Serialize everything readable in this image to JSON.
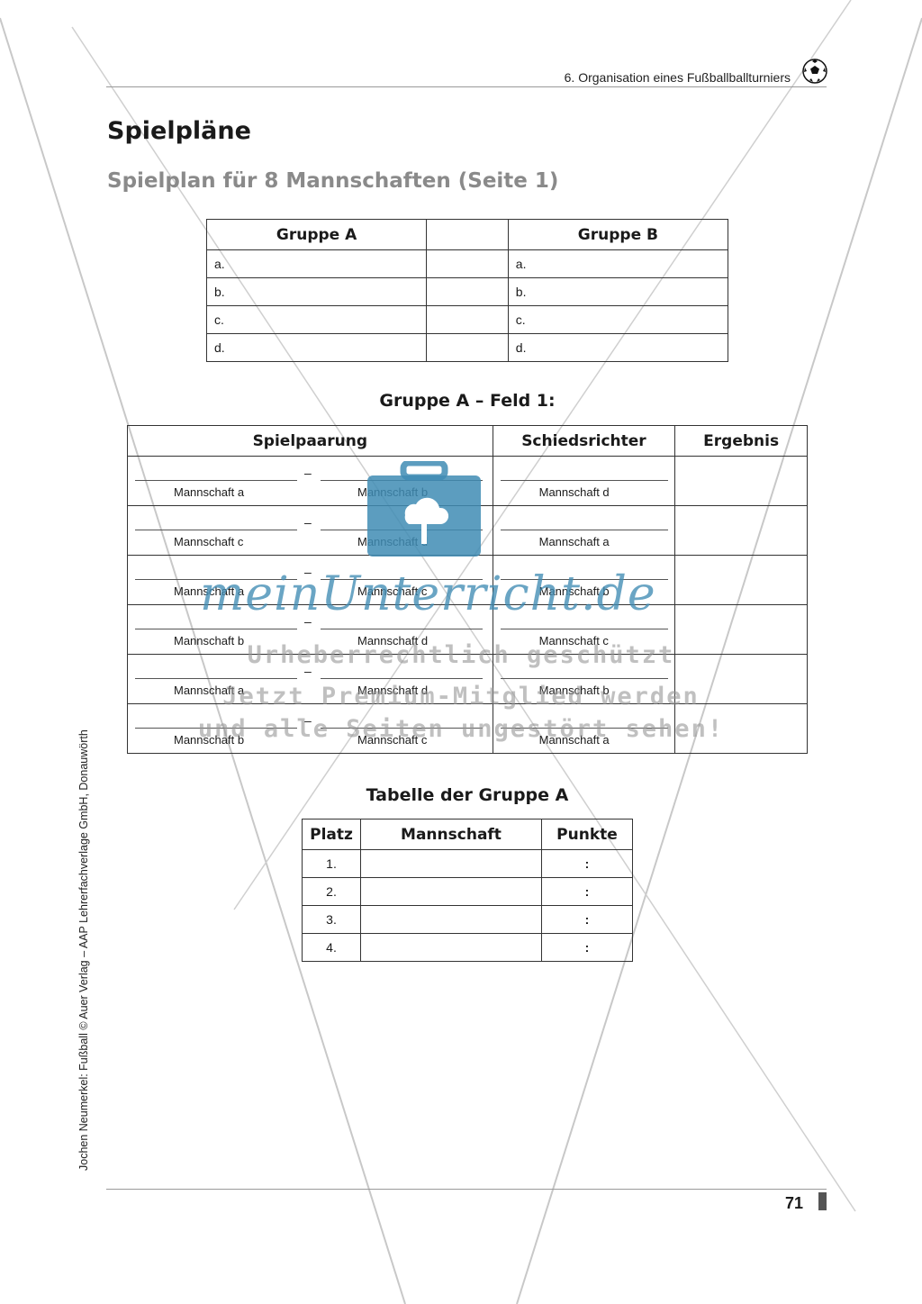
{
  "header": {
    "chapter": "6.  Organisation eines Fußballballturniers",
    "icon": "soccer-ball-icon"
  },
  "title": "Spielpläne",
  "subtitle": "Spielplan für 8 Mannschaften (Seite 1)",
  "groups_table": {
    "group_a": "Gruppe A",
    "group_b": "Gruppe B",
    "rows": [
      "a.",
      "b.",
      "c.",
      "d."
    ]
  },
  "match_section": {
    "heading": "Gruppe A – Feld 1:",
    "columns": {
      "pairing": "Spielpaarung",
      "referee": "Schiedsrichter",
      "result": "Ergebnis"
    },
    "dash": "–",
    "matches": [
      {
        "home": "Mannschaft a",
        "away": "Mannschaft b",
        "referee": "Mannschaft d"
      },
      {
        "home": "Mannschaft c",
        "away": "Mannschaft d",
        "referee": "Mannschaft a"
      },
      {
        "home": "Mannschaft a",
        "away": "Mannschaft c",
        "referee": "Mannschaft b"
      },
      {
        "home": "Mannschaft b",
        "away": "Mannschaft d",
        "referee": "Mannschaft c"
      },
      {
        "home": "Mannschaft a",
        "away": "Mannschaft d",
        "referee": "Mannschaft b"
      },
      {
        "home": "Mannschaft b",
        "away": "Mannschaft c",
        "referee": "Mannschaft a"
      }
    ]
  },
  "standings": {
    "heading": "Tabelle der Gruppe A",
    "columns": {
      "place": "Platz",
      "team": "Mannschaft",
      "points": "Punkte"
    },
    "rows": [
      {
        "place": "1.",
        "points": ":"
      },
      {
        "place": "2.",
        "points": ":"
      },
      {
        "place": "3.",
        "points": ":"
      },
      {
        "place": "4.",
        "points": ":"
      }
    ]
  },
  "side_credit": "Jochen Neumerkel: Fußball © Auer Verlag – AAP Lehrerfachverlage GmbH, Donauwörth",
  "page_number": "71",
  "watermark": {
    "brand": "meinUnterricht.de",
    "line1": "Urheberrechtlich geschützt",
    "line2": "Jetzt Premium-Mitglied werden",
    "line3": "und alle Seiten ungestört sehen!",
    "color": "#4a8db5"
  }
}
